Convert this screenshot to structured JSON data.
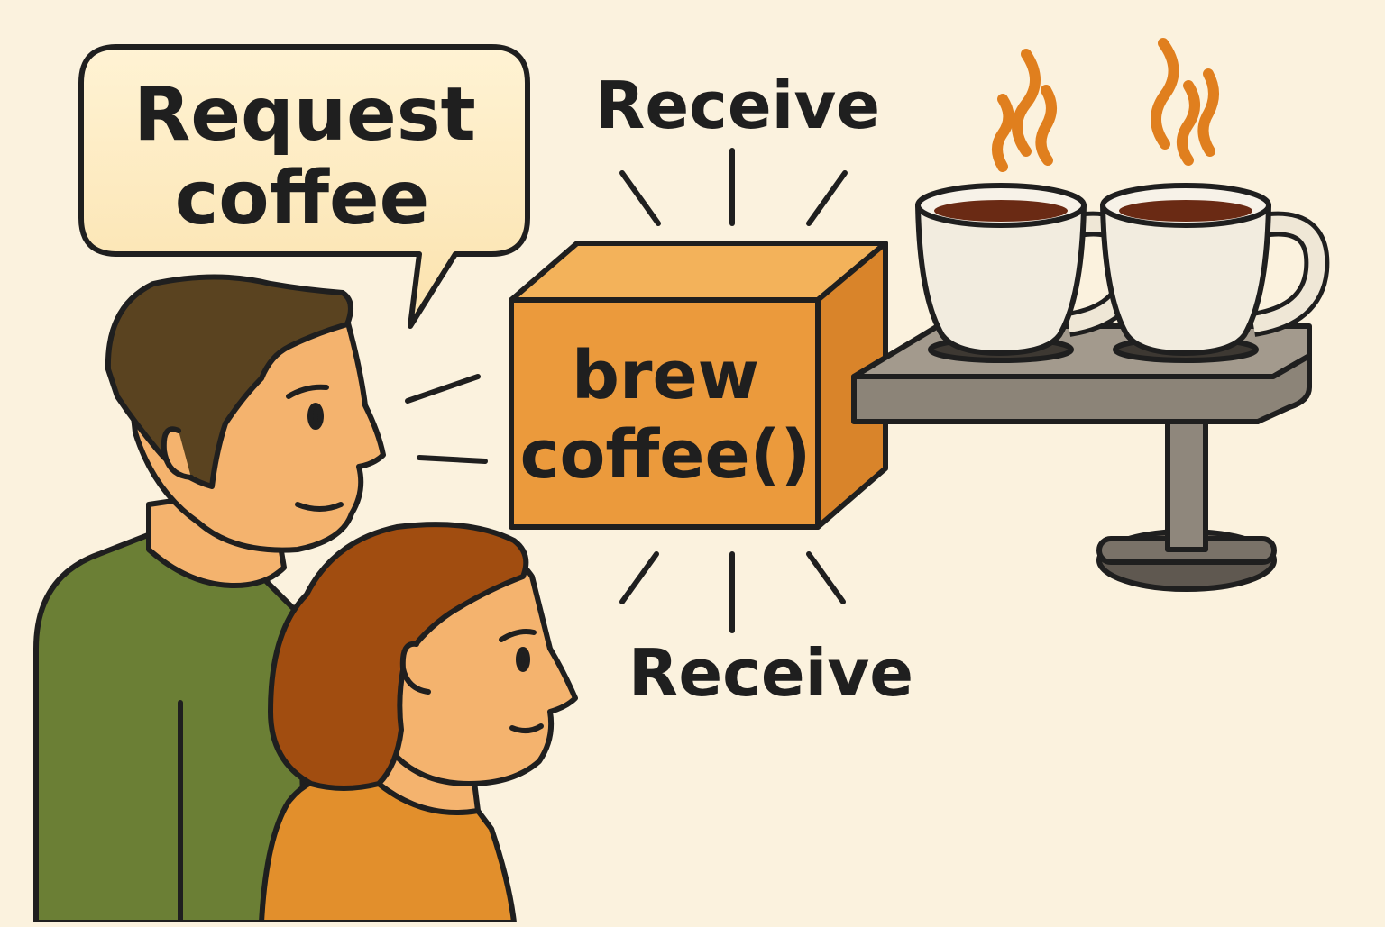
{
  "speech_bubble": {
    "line1": "Request",
    "line2": "coffee"
  },
  "function_box": {
    "line1": "brew",
    "line2": "coffee()"
  },
  "labels": {
    "receive_top": "Receive",
    "receive_bottom": "Receive"
  },
  "colors": {
    "background": "#fbf2de",
    "box_front": "#eb9a3c",
    "box_top": "#f3b25a",
    "box_side": "#d9842a",
    "man_shirt": "#6b7f35",
    "woman_shirt": "#e28f2c",
    "skin": "#f4b36e",
    "man_hair": "#5a4320",
    "woman_hair": "#a14d10",
    "steam": "#e07f1e",
    "coffee": "#6a2a14",
    "tray": "#8c8478"
  }
}
